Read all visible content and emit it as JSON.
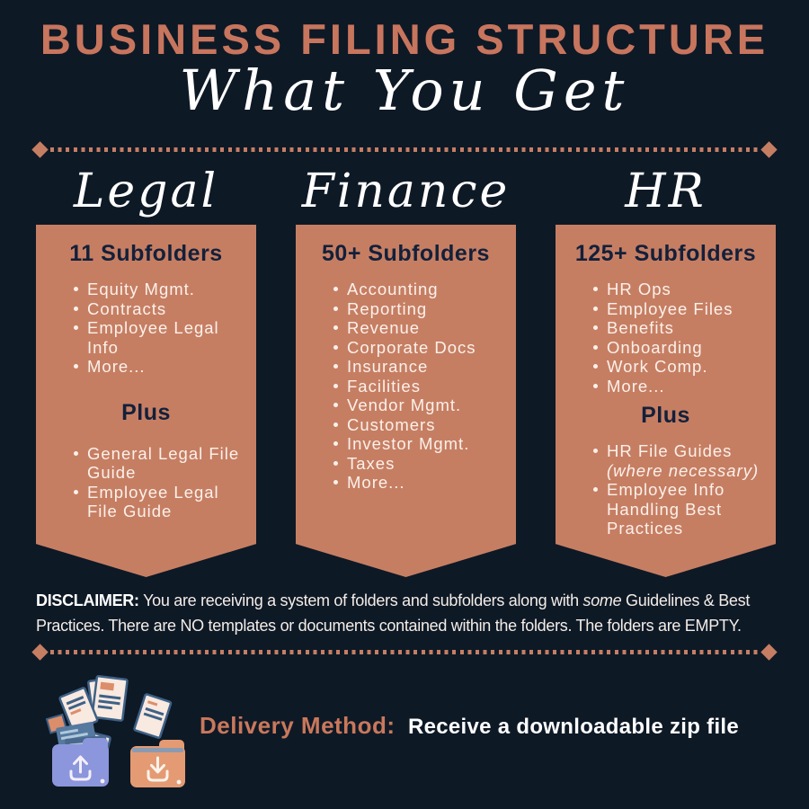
{
  "page": {
    "background": "#0E1926",
    "accent": "#C67E63",
    "title_color": "#C8755E",
    "banner_color": "#C67E63",
    "dark_text_color": "#13203A"
  },
  "header": {
    "title": "BUSINESS FILING STRUCTURE",
    "subtitle": "What You Get"
  },
  "columns": [
    {
      "name": "Legal",
      "subfolder_count": "11 Subfolders",
      "items": [
        "Equity Mgmt.",
        "Contracts",
        "Employee Legal Info",
        "More..."
      ],
      "plus_label": "Plus",
      "plus_items": [
        {
          "text": "General Legal File Guide"
        },
        {
          "text": "Employee Legal File Guide"
        }
      ]
    },
    {
      "name": "Finance",
      "subfolder_count": "50+ Subfolders",
      "items": [
        "Accounting",
        "Reporting",
        "Revenue",
        "Corporate Docs",
        "Insurance",
        "Facilities",
        "Vendor Mgmt.",
        "Customers",
        "Investor Mgmt.",
        "Taxes",
        "More..."
      ]
    },
    {
      "name": "HR",
      "subfolder_count": "125+ Subfolders",
      "items": [
        "HR Ops",
        "Employee Files",
        "Benefits",
        "Onboarding",
        "Work Comp.",
        "More..."
      ],
      "plus_label": "Plus",
      "plus_items": [
        {
          "text": "HR File Guides ",
          "note": "(where necessary)"
        },
        {
          "text": "Employee Info Handling Best Practices"
        }
      ]
    }
  ],
  "disclaimer": {
    "label": "DISCLAIMER:",
    "before_italic": " You are receiving a system of folders and subfolders along with ",
    "italic_word": "some",
    "after_italic": " Guidelines & Best Practices. There are NO templates or documents contained within the folders. The folders are EMPTY."
  },
  "delivery": {
    "label": "Delivery Method:",
    "text": "Receive a downloadable zip file"
  },
  "icons": {
    "upload_folder": "upload-folder-icon",
    "download_folder": "download-folder-icon",
    "papers": "flying-documents-illustration",
    "folder_blue": "#8B96DC",
    "folder_orange": "#E49B73",
    "paper_fill": "#F8E9E1",
    "paper_stroke": "#3E6186",
    "card_blue": "#56799F"
  }
}
